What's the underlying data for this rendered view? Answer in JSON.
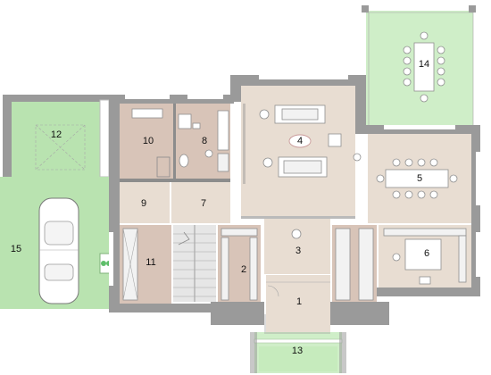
{
  "rooms": [
    {
      "id": "r1",
      "label": "1"
    },
    {
      "id": "r2",
      "label": "2"
    },
    {
      "id": "r3",
      "label": "3"
    },
    {
      "id": "r4",
      "label": "4"
    },
    {
      "id": "r5",
      "label": "5"
    },
    {
      "id": "r6",
      "label": "6"
    },
    {
      "id": "r7",
      "label": "7"
    },
    {
      "id": "r8",
      "label": "8"
    },
    {
      "id": "r9",
      "label": "9"
    },
    {
      "id": "r10",
      "label": "10"
    },
    {
      "id": "r11",
      "label": "11"
    },
    {
      "id": "r12",
      "label": "12"
    },
    {
      "id": "r13",
      "label": "13"
    },
    {
      "id": "r14",
      "label": "14"
    },
    {
      "id": "r15",
      "label": "15"
    }
  ],
  "colors": {
    "wall": "#9a9a9a",
    "room_beige": "#e8ddd2",
    "room_pink": "#d8c4b8",
    "outdoor_green": "#b9e3b0",
    "terrace_green": "#cfeec8"
  }
}
